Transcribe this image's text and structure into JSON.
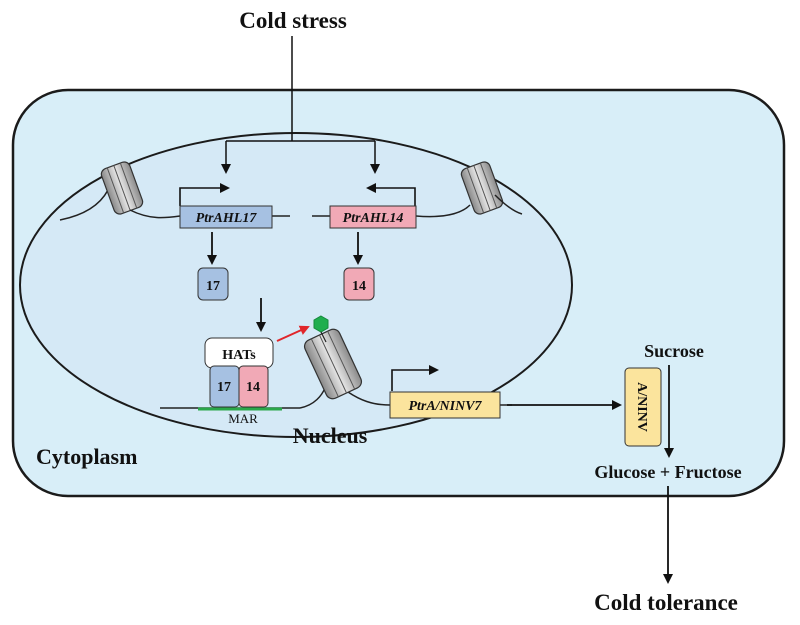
{
  "labels": {
    "cold_stress": "Cold stress",
    "cytoplasm": "Cytoplasm",
    "nucleus": "Nucleus",
    "cold_tolerance": "Cold tolerance",
    "sucrose": "Sucrose",
    "glucose_fructose": "Glucose + Fructose",
    "mar": "MAR",
    "hats": "HATs"
  },
  "genes": {
    "ahl17": "PtrAHL17",
    "ahl14": "PtrAHL14",
    "ninv7": "PtrA/NINV7"
  },
  "proteins": {
    "p17": "17",
    "p14": "14",
    "ninv": "A/NINV"
  },
  "colors": {
    "cell_fill": "#d8eef8",
    "nucleus_fill": "#d5e9f6",
    "ahl17": "#a6c1e2",
    "ahl14": "#f1a9b6",
    "ninv": "#fbe49d",
    "mar_green": "#2aa84a",
    "acetyl_green": "#1fae4f",
    "red_arrow": "#e0262b"
  }
}
